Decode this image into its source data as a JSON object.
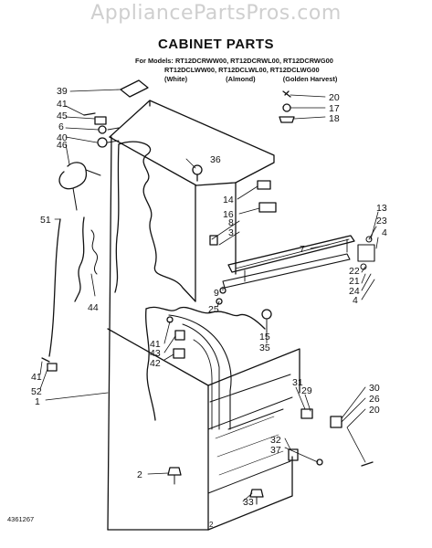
{
  "watermark": "AppliancePartsPros.com",
  "title": "CABINET PARTS",
  "models": {
    "prefix": "For Models:",
    "line1": "RT12DCRWW00, RT12DCRWL00, RT12DCRWG00",
    "line2": "RT12DCLWW00, RT12DCLWL00, RT12DCLWG00",
    "colors": [
      "(White)",
      "(Almond)",
      "(Golden Harvest)"
    ]
  },
  "callouts": {
    "n39": "39",
    "n41a": "41",
    "n45": "45",
    "n6": "6",
    "n40": "40",
    "n46": "46",
    "n51": "51",
    "n44": "44",
    "n41b": "41",
    "n52": "52",
    "n1": "1",
    "n36": "36",
    "n14": "14",
    "n16": "16",
    "n8": "8",
    "n3": "3",
    "n20a": "20",
    "n17": "17",
    "n18": "18",
    "n13": "13",
    "n23": "23",
    "n4a": "4",
    "n7": "7",
    "n22": "22",
    "n21": "21",
    "n24": "24",
    "n4b": "4",
    "n9": "9",
    "n25": "25",
    "n15": "15",
    "n35": "35",
    "n41c": "41",
    "n43": "43",
    "n42": "42",
    "n31": "31",
    "n29": "29",
    "n30": "30",
    "n26": "26",
    "n20b": "20",
    "n32": "32",
    "n37": "37",
    "n2": "2",
    "n33": "33"
  },
  "footer": {
    "doc_number": "4361267",
    "page": "2"
  }
}
